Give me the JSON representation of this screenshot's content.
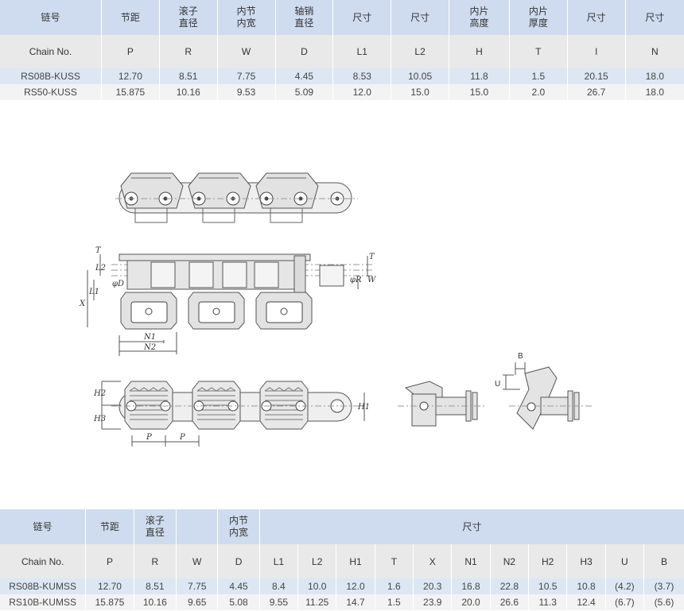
{
  "table1": {
    "header_cn": [
      "链号",
      "节距",
      "滚子\n直径",
      "内节\n内宽",
      "轴销\n直径",
      "尺寸",
      "尺寸",
      "内片\n高度",
      "内片\n厚度",
      "尺寸",
      "尺寸"
    ],
    "header_en": [
      "Chain No.",
      "P",
      "R",
      "W",
      "D",
      "L1",
      "L2",
      "H",
      "T",
      "l",
      "N"
    ],
    "rows": [
      [
        "RS08B-KUSS",
        "12.70",
        "8.51",
        "7.75",
        "4.45",
        "8.53",
        "10.05",
        "11.8",
        "1.5",
        "20.15",
        "18.0"
      ],
      [
        "RS50-KUSS",
        "15.875",
        "10.16",
        "9.53",
        "5.09",
        "12.0",
        "15.0",
        "15.0",
        "2.0",
        "26.7",
        "18.0"
      ]
    ]
  },
  "drawing_labels": {
    "T": "T",
    "L2": "L2",
    "L1": "L1",
    "X": "X",
    "phiD": "φD",
    "phiR": "φR",
    "W": "W",
    "N1": "N1",
    "N2": "N2",
    "H2": "H2",
    "H3": "H3",
    "H1": "H1",
    "P": "P",
    "B": "B",
    "U": "U"
  },
  "table2": {
    "header_cn_left": [
      "链号",
      "节距",
      "滚子\n直径",
      "",
      "内节\n内宽"
    ],
    "header_cn_span": "尺寸",
    "header_en": [
      "Chain No.",
      "P",
      "R",
      "W",
      "D",
      "L1",
      "L2",
      "H1",
      "T",
      "X",
      "N1",
      "N2",
      "H2",
      "H3",
      "U",
      "B"
    ],
    "rows": [
      [
        "RS08B-KUMSS",
        "12.70",
        "8.51",
        "7.75",
        "4.45",
        "8.4",
        "10.0",
        "12.0",
        "1.6",
        "20.3",
        "16.8",
        "22.8",
        "10.5",
        "10.8",
        "(4.2)",
        "(3.7)"
      ],
      [
        "RS10B-KUMSS",
        "15.875",
        "10.16",
        "9.65",
        "5.08",
        "9.55",
        "11.25",
        "14.7",
        "1.5",
        "23.9",
        "20.0",
        "26.6",
        "11.3",
        "12.4",
        "(6.7)",
        "(5.6)"
      ]
    ]
  },
  "colors": {
    "header_blue": "#cfdcef",
    "header_gray": "#e9e9ea",
    "row_blue": "#dde7f4",
    "row_gray": "#f3f3f4"
  }
}
